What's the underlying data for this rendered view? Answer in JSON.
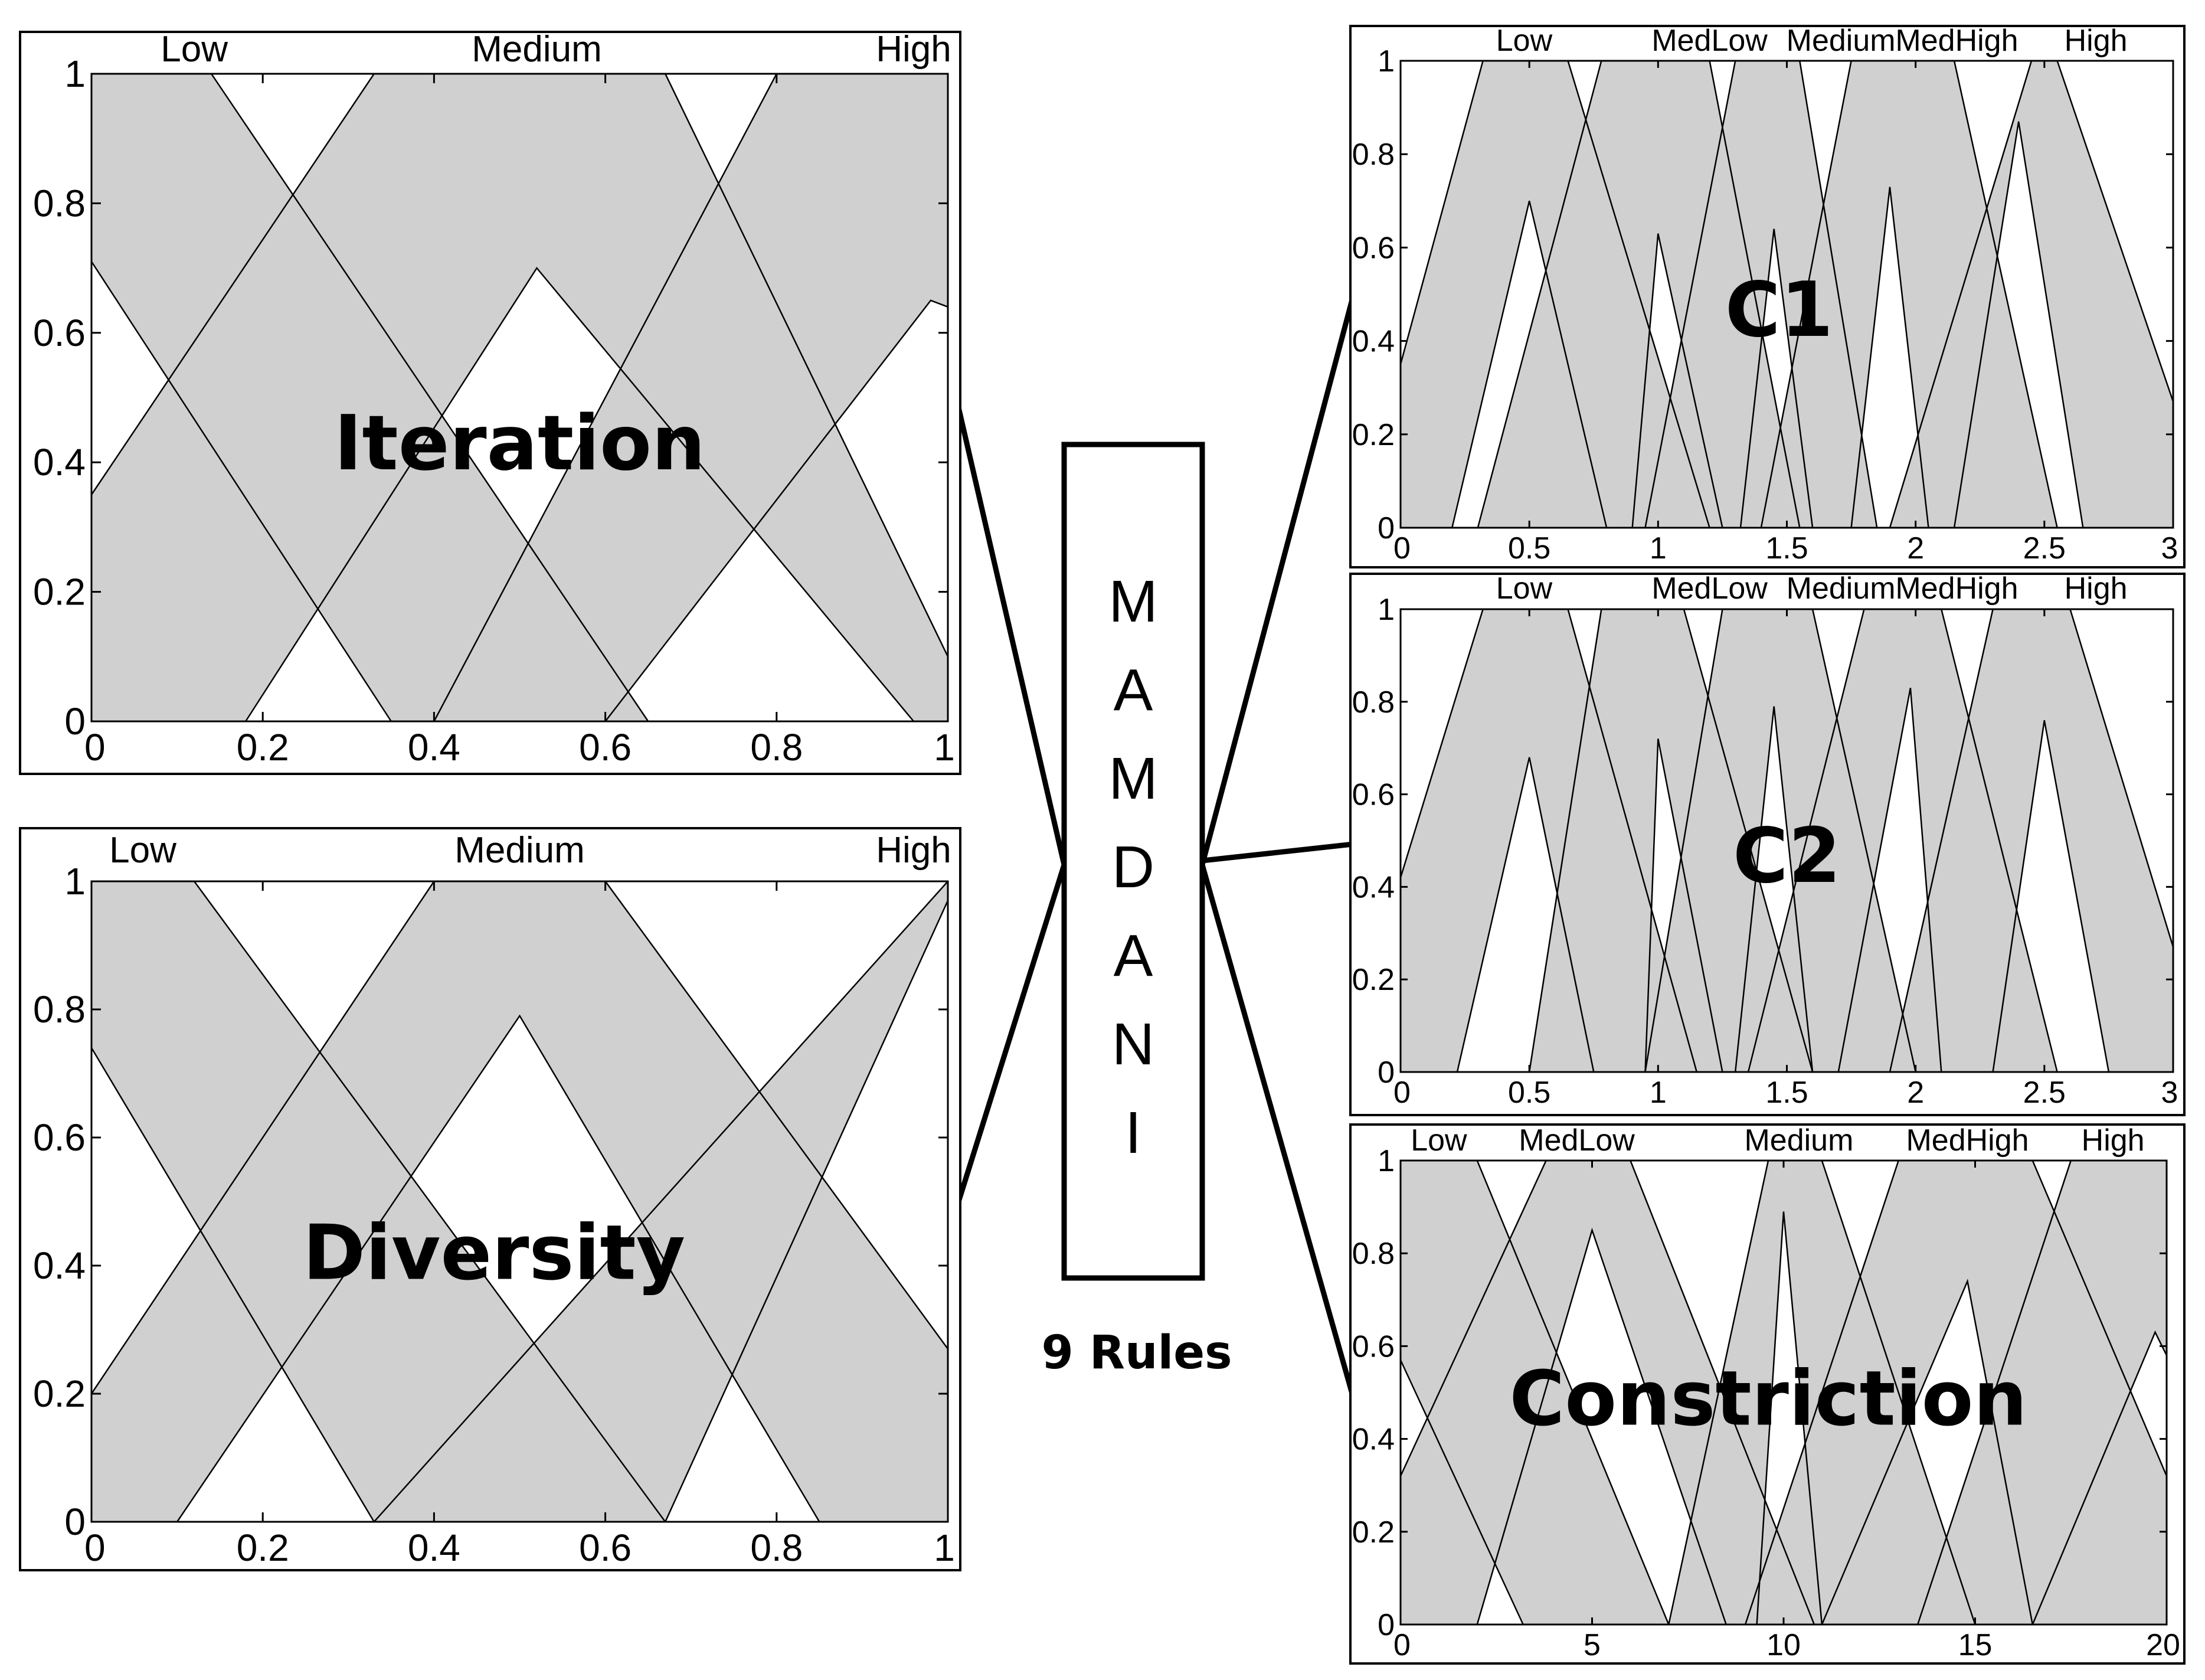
{
  "center": {
    "box_letters": [
      "M",
      "A",
      "M",
      "D",
      "A",
      "N",
      "I"
    ],
    "rules_label": "9 Rules"
  },
  "colors": {
    "band_fill": "#d0d0d0",
    "line": "#000000",
    "background": "#ffffff"
  },
  "panels": [
    {
      "id": "iteration",
      "title": "Iteration",
      "mf_labels": [
        "Low",
        "Medium",
        "High"
      ],
      "x_ticks": [
        "0",
        "0.2",
        "0.4",
        "0.6",
        "0.8",
        "1"
      ],
      "y_ticks": [
        "0",
        "0.2",
        "0.4",
        "0.6",
        "0.8",
        "1"
      ],
      "chart_data": {
        "type": "area",
        "xlim": [
          0,
          1
        ],
        "ylim": [
          0,
          1
        ],
        "series": [
          {
            "name": "Low",
            "upper": [
              [
                0,
                1
              ],
              [
                0.14,
                1
              ],
              [
                0.65,
                0
              ]
            ],
            "lower": [
              [
                0,
                0.71
              ],
              [
                0.35,
                0
              ]
            ]
          },
          {
            "name": "Medium",
            "upper": [
              [
                0,
                0.35
              ],
              [
                0.33,
                1
              ],
              [
                0.67,
                1
              ],
              [
                1,
                0.1
              ]
            ],
            "lower": [
              [
                0.18,
                0
              ],
              [
                0.52,
                0.7
              ],
              [
                0.96,
                0
              ]
            ]
          },
          {
            "name": "High",
            "upper": [
              [
                0.4,
                0
              ],
              [
                0.8,
                1
              ],
              [
                1,
                1
              ]
            ],
            "lower": [
              [
                0.6,
                0
              ],
              [
                0.98,
                0.65
              ],
              [
                1,
                0.64
              ]
            ]
          }
        ]
      }
    },
    {
      "id": "diversity",
      "title": "Diversity",
      "mf_labels": [
        "Low",
        "Medium",
        "High"
      ],
      "x_ticks": [
        "0",
        "0.2",
        "0.4",
        "0.6",
        "0.8",
        "1"
      ],
      "y_ticks": [
        "0",
        "0.2",
        "0.4",
        "0.6",
        "0.8",
        "1"
      ],
      "chart_data": {
        "type": "area",
        "xlim": [
          0,
          1
        ],
        "ylim": [
          0,
          1
        ],
        "series": [
          {
            "name": "Low",
            "upper": [
              [
                0,
                1
              ],
              [
                0.12,
                1
              ],
              [
                0.67,
                0
              ]
            ],
            "lower": [
              [
                0,
                0.74
              ],
              [
                0.33,
                0
              ]
            ]
          },
          {
            "name": "Medium",
            "upper": [
              [
                0,
                0.2
              ],
              [
                0.4,
                1
              ],
              [
                0.6,
                1
              ],
              [
                1,
                0.27
              ]
            ],
            "lower": [
              [
                0.1,
                0
              ],
              [
                0.5,
                0.79
              ],
              [
                0.85,
                0
              ]
            ]
          },
          {
            "name": "High",
            "upper": [
              [
                0.33,
                0
              ],
              [
                1,
                1
              ]
            ],
            "lower": [
              [
                0.67,
                0
              ],
              [
                1,
                0.97
              ]
            ]
          }
        ]
      }
    },
    {
      "id": "c1",
      "title": "C1",
      "mf_labels": [
        "Low",
        "MedLow",
        "Medium",
        "MedHigh",
        "High"
      ],
      "x_ticks": [
        "0",
        "0.5",
        "1",
        "1.5",
        "2",
        "2.5",
        "3"
      ],
      "y_ticks": [
        "0",
        "0.2",
        "0.4",
        "0.6",
        "0.8",
        "1"
      ],
      "chart_data": {
        "type": "area",
        "xlim": [
          0,
          3
        ],
        "ylim": [
          0,
          1
        ],
        "series": [
          {
            "name": "Low",
            "upper": [
              [
                0,
                0.35
              ],
              [
                0.32,
                1
              ],
              [
                0.65,
                1
              ],
              [
                1.2,
                0
              ]
            ],
            "lower": [
              [
                0.2,
                0
              ],
              [
                0.5,
                0.7
              ],
              [
                0.8,
                0
              ]
            ]
          },
          {
            "name": "MedLow",
            "upper": [
              [
                0.3,
                0
              ],
              [
                0.78,
                1
              ],
              [
                1.2,
                1
              ],
              [
                1.55,
                0
              ]
            ],
            "lower": [
              [
                0.9,
                0
              ],
              [
                1.0,
                0.63
              ],
              [
                1.25,
                0
              ]
            ]
          },
          {
            "name": "Medium",
            "upper": [
              [
                0.95,
                0
              ],
              [
                1.3,
                1
              ],
              [
                1.55,
                1
              ],
              [
                1.85,
                0
              ]
            ],
            "lower": [
              [
                1.32,
                0
              ],
              [
                1.45,
                0.64
              ],
              [
                1.6,
                0
              ]
            ]
          },
          {
            "name": "MedHigh",
            "upper": [
              [
                1.4,
                0
              ],
              [
                1.75,
                1
              ],
              [
                2.15,
                1
              ],
              [
                2.55,
                0
              ]
            ],
            "lower": [
              [
                1.75,
                0
              ],
              [
                1.9,
                0.73
              ],
              [
                2.05,
                0
              ]
            ]
          },
          {
            "name": "High",
            "upper": [
              [
                1.9,
                0
              ],
              [
                2.45,
                1
              ],
              [
                2.55,
                1
              ],
              [
                3,
                0.27
              ]
            ],
            "lower": [
              [
                2.15,
                0
              ],
              [
                2.4,
                0.87
              ],
              [
                2.65,
                0
              ]
            ]
          }
        ]
      }
    },
    {
      "id": "c2",
      "title": "C2",
      "mf_labels": [
        "Low",
        "MedLow",
        "Medium",
        "MedHigh",
        "High"
      ],
      "x_ticks": [
        "0",
        "0.5",
        "1",
        "1.5",
        "2",
        "2.5",
        "3"
      ],
      "y_ticks": [
        "0",
        "0.2",
        "0.4",
        "0.6",
        "0.8",
        "1"
      ],
      "chart_data": {
        "type": "area",
        "xlim": [
          0,
          3
        ],
        "ylim": [
          0,
          1
        ],
        "series": [
          {
            "name": "Low",
            "upper": [
              [
                0,
                0.42
              ],
              [
                0.32,
                1
              ],
              [
                0.65,
                1
              ],
              [
                1.15,
                0
              ]
            ],
            "lower": [
              [
                0.22,
                0
              ],
              [
                0.5,
                0.68
              ],
              [
                0.75,
                0
              ]
            ]
          },
          {
            "name": "MedLow",
            "upper": [
              [
                0.5,
                0
              ],
              [
                0.78,
                1
              ],
              [
                1.1,
                1
              ],
              [
                1.6,
                0
              ]
            ],
            "lower": [
              [
                0.95,
                0
              ],
              [
                1.0,
                0.72
              ],
              [
                1.25,
                0
              ]
            ]
          },
          {
            "name": "Medium",
            "upper": [
              [
                0.95,
                0
              ],
              [
                1.25,
                1
              ],
              [
                1.6,
                1
              ],
              [
                2,
                0
              ]
            ],
            "lower": [
              [
                1.3,
                0
              ],
              [
                1.45,
                0.79
              ],
              [
                1.6,
                0
              ]
            ]
          },
          {
            "name": "MedHigh",
            "upper": [
              [
                1.35,
                0
              ],
              [
                1.8,
                1
              ],
              [
                2.1,
                1
              ],
              [
                2.55,
                0
              ]
            ],
            "lower": [
              [
                1.7,
                0
              ],
              [
                1.98,
                0.83
              ],
              [
                2.1,
                0
              ]
            ]
          },
          {
            "name": "High",
            "upper": [
              [
                1.9,
                0
              ],
              [
                2.3,
                1
              ],
              [
                2.6,
                1
              ],
              [
                3,
                0.27
              ]
            ],
            "lower": [
              [
                2.3,
                0
              ],
              [
                2.5,
                0.76
              ],
              [
                2.75,
                0
              ]
            ]
          }
        ]
      }
    },
    {
      "id": "constriction",
      "title": "Constriction",
      "mf_labels": [
        "Low",
        "MedLow",
        "Medium",
        "MedHigh",
        "High"
      ],
      "x_ticks": [
        "0",
        "5",
        "10",
        "15",
        "20"
      ],
      "y_ticks": [
        "0",
        "0.2",
        "0.4",
        "0.6",
        "0.8",
        "1"
      ],
      "chart_data": {
        "type": "area",
        "xlim": [
          0,
          20
        ],
        "ylim": [
          0,
          1
        ],
        "series": [
          {
            "name": "Low",
            "upper": [
              [
                0,
                1
              ],
              [
                2,
                1
              ],
              [
                7,
                0
              ]
            ],
            "lower": [
              [
                0,
                0.57
              ],
              [
                3.2,
                0
              ]
            ]
          },
          {
            "name": "MedLow",
            "upper": [
              [
                0,
                0.32
              ],
              [
                3.8,
                1
              ],
              [
                6,
                1
              ],
              [
                10.8,
                0
              ]
            ],
            "lower": [
              [
                2,
                0
              ],
              [
                5,
                0.85
              ],
              [
                8.5,
                0
              ]
            ]
          },
          {
            "name": "Medium",
            "upper": [
              [
                7,
                0
              ],
              [
                9.6,
                1
              ],
              [
                11,
                1
              ],
              [
                15,
                0
              ]
            ],
            "lower": [
              [
                9.3,
                0
              ],
              [
                10,
                0.89
              ],
              [
                11,
                0
              ]
            ]
          },
          {
            "name": "MedHigh",
            "upper": [
              [
                9,
                0
              ],
              [
                13,
                1
              ],
              [
                16.5,
                1
              ],
              [
                20,
                0.32
              ]
            ],
            "lower": [
              [
                11,
                0
              ],
              [
                14.8,
                0.74
              ],
              [
                16.5,
                0
              ]
            ]
          },
          {
            "name": "High",
            "upper": [
              [
                13.5,
                0
              ],
              [
                17.5,
                1
              ],
              [
                20,
                1
              ]
            ],
            "lower": [
              [
                16.5,
                0
              ],
              [
                19.7,
                0.63
              ],
              [
                20,
                0.58
              ]
            ]
          }
        ]
      }
    }
  ]
}
